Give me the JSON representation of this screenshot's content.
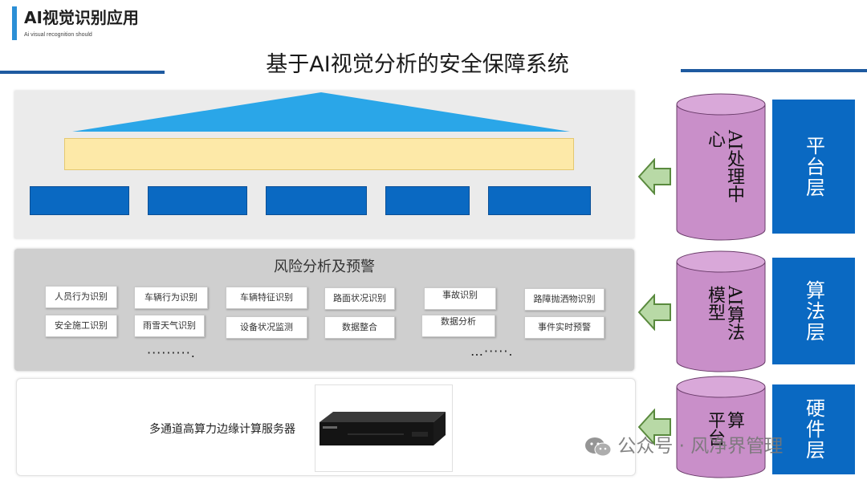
{
  "header": {
    "title": "AI视觉识别应用",
    "subtitle": "Ai visual recognition should"
  },
  "main_title": "基于AI视觉分析的安全保障系统",
  "risk_section": {
    "title": "风险分析及预警",
    "tags": [
      "人员行为识别",
      "车辆行为识别",
      "车辆特征识别",
      "路面状况识别",
      "事故识别",
      "路障抛洒物识别",
      "安全施工识别",
      "雨雪天气识别",
      "设备状况监测",
      "数据整合",
      "数据分析",
      "事件实时预警"
    ],
    "ellipsis_left": "·········.",
    "ellipsis_right": "…·····."
  },
  "server_label": "多通道高算力边缘计算服务器",
  "cylinders": [
    {
      "lines": [
        "AI处理中",
        "心"
      ],
      "color": "#c98fc9"
    },
    {
      "lines": [
        "AI算法",
        "模型"
      ],
      "color": "#c98fc9"
    },
    {
      "lines": [
        "算",
        "平台"
      ],
      "color": "#c98fc9"
    }
  ],
  "layers": [
    "平台层",
    "算法层",
    "硬件层"
  ],
  "watermark": "公众号 · 风净界管理",
  "colors": {
    "accent": "#2b8fd6",
    "blue": "#0a69c2",
    "cylinder": "#c98fc9",
    "arrow": "#b8d9a6",
    "arrow_border": "#5a8a3e"
  }
}
